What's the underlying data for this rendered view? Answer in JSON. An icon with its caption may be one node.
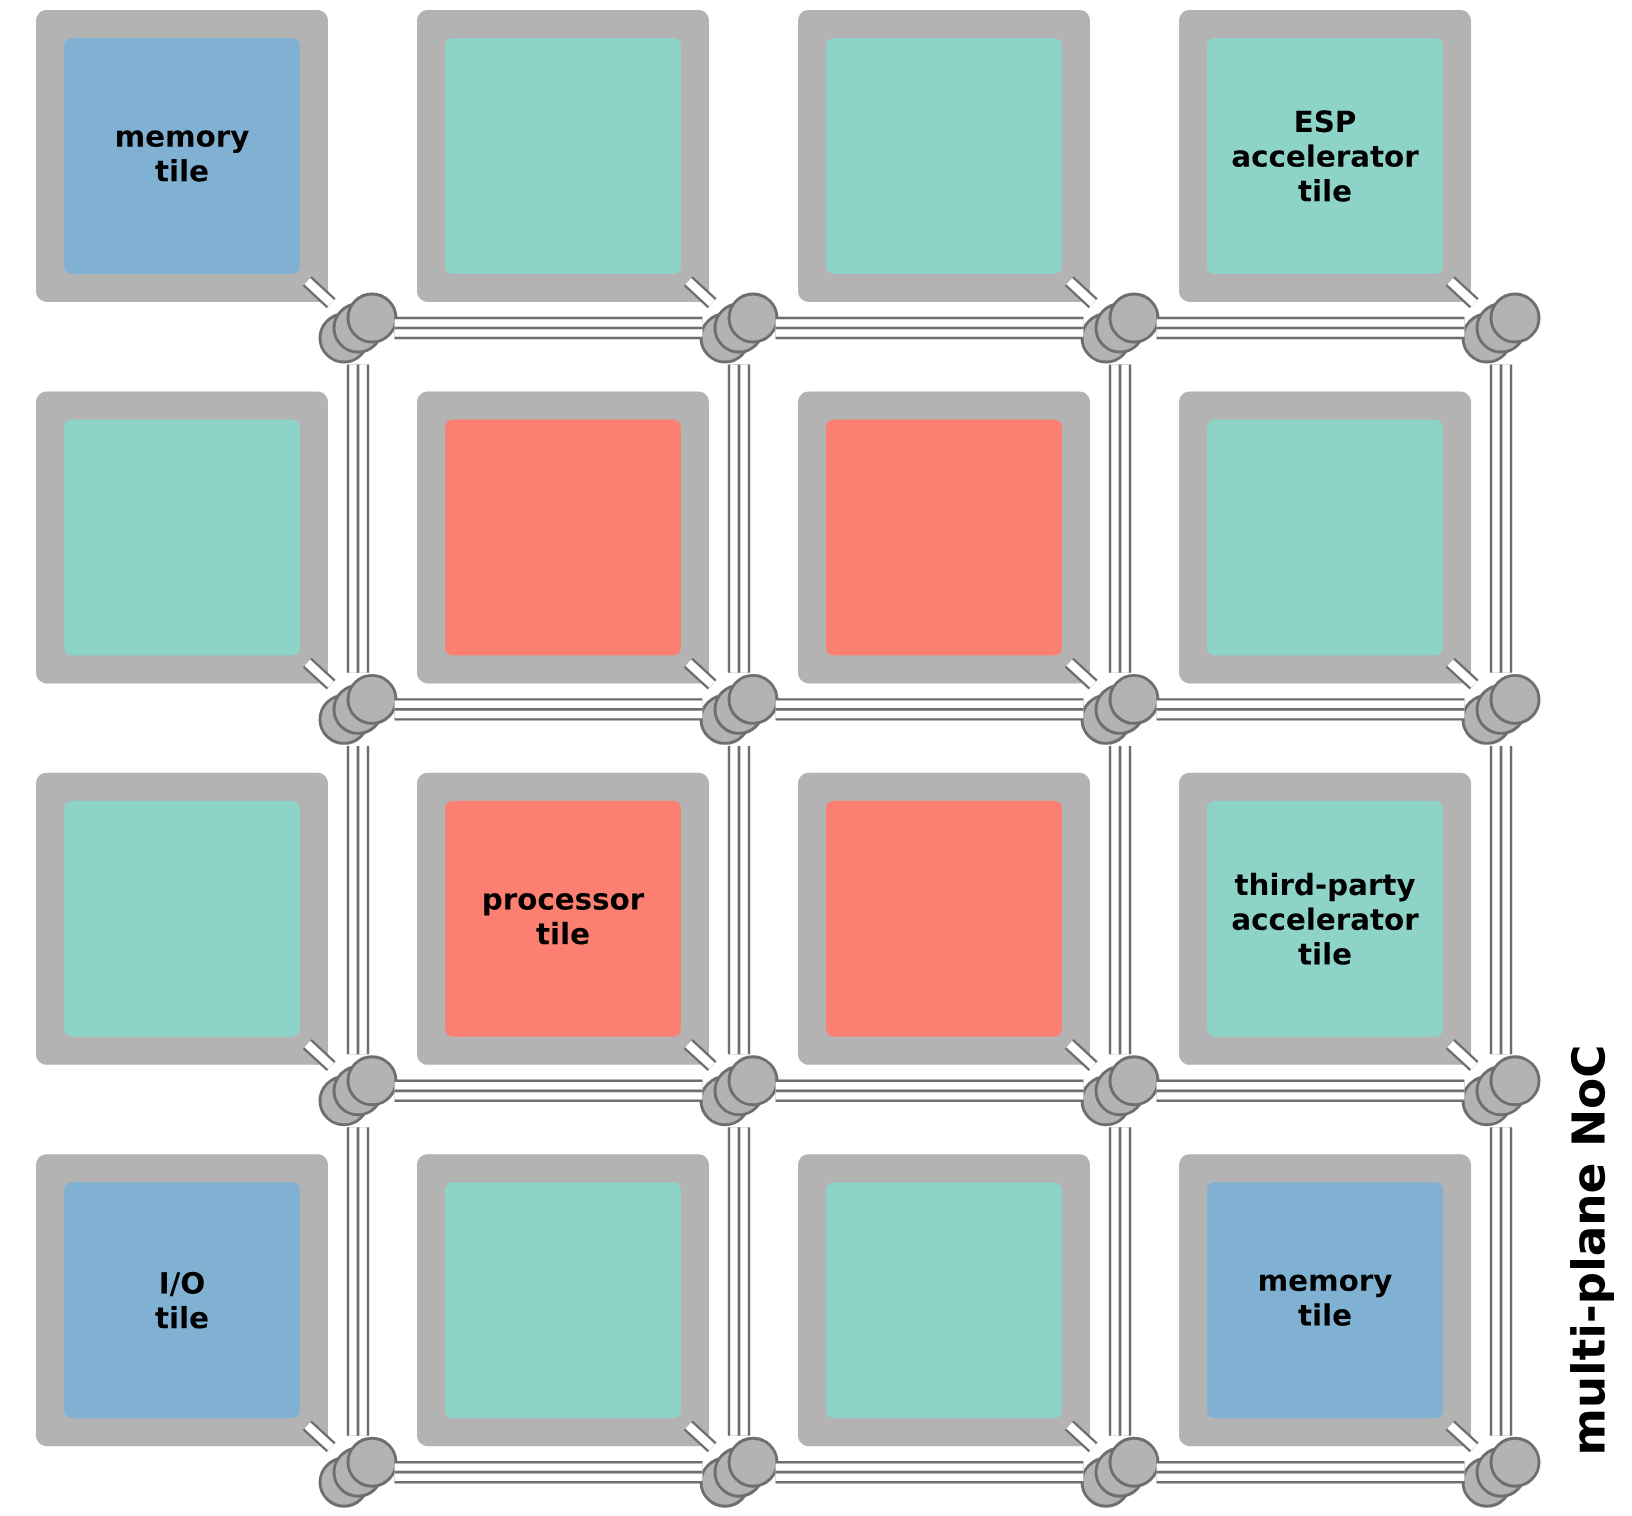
{
  "diagram": {
    "nodes": [
      {
        "text": [
          "memory tile"
        ]
      },
      {
        "text": [],
        "shape": "box"
      },
      {
        "text": [],
        "shape": "box"
      },
      {
        "text": [
          "ESP accelerator tile"
        ]
      },
      {
        "text": [],
        "shape": "box"
      },
      {
        "text": [],
        "shape": "box"
      },
      {
        "text": [],
        "shape": "box"
      },
      {
        "text": [],
        "shape": "box"
      },
      {
        "text": [],
        "shape": "box"
      },
      {
        "text": [
          "processor tile"
        ]
      },
      {
        "text": [],
        "shape": "box"
      },
      {
        "text": [
          "third-party accelerator tile"
        ]
      },
      {
        "text": [
          "I/O tile"
        ]
      },
      {
        "text": [],
        "shape": "box"
      },
      {
        "text": [],
        "shape": "box"
      },
      {
        "text": [
          "memory tile"
        ]
      },
      {
        "text": [],
        "shape": "circle"
      },
      {
        "text": [],
        "shape": "circle"
      },
      {
        "text": [],
        "shape": "circle"
      },
      {
        "text": [],
        "shape": "circle"
      },
      {
        "text": [],
        "shape": "circle"
      },
      {
        "text": [],
        "shape": "circle"
      },
      {
        "text": [],
        "shape": "circle"
      },
      {
        "text": [],
        "shape": "circle"
      },
      {
        "text": [],
        "shape": "circle"
      },
      {
        "text": [],
        "shape": "circle"
      },
      {
        "text": [],
        "shape": "circle"
      },
      {
        "text": [],
        "shape": "circle"
      },
      {
        "text": [],
        "shape": "circle"
      },
      {
        "text": [],
        "shape": "circle"
      },
      {
        "text": [],
        "shape": "circle"
      },
      {
        "text": [],
        "shape": "circle"
      }
    ],
    "edges": [
      {
        "from": 0,
        "to": 16,
        "arrow": "none"
      },
      {
        "from": 1,
        "to": 17,
        "arrow": "none"
      },
      {
        "from": 2,
        "to": 18,
        "arrow": "none"
      },
      {
        "from": 3,
        "to": 19,
        "arrow": "none"
      },
      {
        "from": 4,
        "to": 20,
        "arrow": "none"
      },
      {
        "from": 5,
        "to": 21,
        "arrow": "none"
      },
      {
        "from": 6,
        "to": 22,
        "arrow": "none"
      },
      {
        "from": 7,
        "to": 23,
        "arrow": "none"
      },
      {
        "from": 8,
        "to": 24,
        "arrow": "none"
      },
      {
        "from": 9,
        "to": 25,
        "arrow": "none"
      },
      {
        "from": 10,
        "to": 26,
        "arrow": "none"
      },
      {
        "from": 11,
        "to": 27,
        "arrow": "none"
      },
      {
        "from": 12,
        "to": 28,
        "arrow": "none"
      },
      {
        "from": 13,
        "to": 29,
        "arrow": "none"
      },
      {
        "from": 14,
        "to": 30,
        "arrow": "none"
      },
      {
        "from": 15,
        "to": 31,
        "arrow": "none"
      },
      {
        "from": 16,
        "to": 17,
        "arrow": "none"
      },
      {
        "from": 17,
        "to": 18,
        "arrow": "none"
      },
      {
        "from": 18,
        "to": 19,
        "arrow": "none"
      },
      {
        "from": 20,
        "to": 21,
        "arrow": "none"
      },
      {
        "from": 21,
        "to": 22,
        "arrow": "none"
      },
      {
        "from": 22,
        "to": 23,
        "arrow": "none"
      },
      {
        "from": 24,
        "to": 25,
        "arrow": "none"
      },
      {
        "from": 25,
        "to": 26,
        "arrow": "none"
      },
      {
        "from": 26,
        "to": 27,
        "arrow": "none"
      },
      {
        "from": 28,
        "to": 29,
        "arrow": "none"
      },
      {
        "from": 29,
        "to": 30,
        "arrow": "none"
      },
      {
        "from": 30,
        "to": 31,
        "arrow": "none"
      },
      {
        "from": 16,
        "to": 20,
        "arrow": "none"
      },
      {
        "from": 17,
        "to": 21,
        "arrow": "none"
      },
      {
        "from": 18,
        "to": 22,
        "arrow": "none"
      },
      {
        "from": 19,
        "to": 23,
        "arrow": "none"
      },
      {
        "from": 20,
        "to": 24,
        "arrow": "none"
      },
      {
        "from": 21,
        "to": 25,
        "arrow": "none"
      },
      {
        "from": 22,
        "to": 26,
        "arrow": "none"
      },
      {
        "from": 23,
        "to": 27,
        "arrow": "none"
      },
      {
        "from": 24,
        "to": 28,
        "arrow": "none"
      },
      {
        "from": 25,
        "to": 29,
        "arrow": "none"
      },
      {
        "from": 26,
        "to": 30,
        "arrow": "none"
      },
      {
        "from": 27,
        "to": 31,
        "arrow": "none"
      }
    ],
    "labels": [
      "multi-plane NoC"
    ]
  }
}
